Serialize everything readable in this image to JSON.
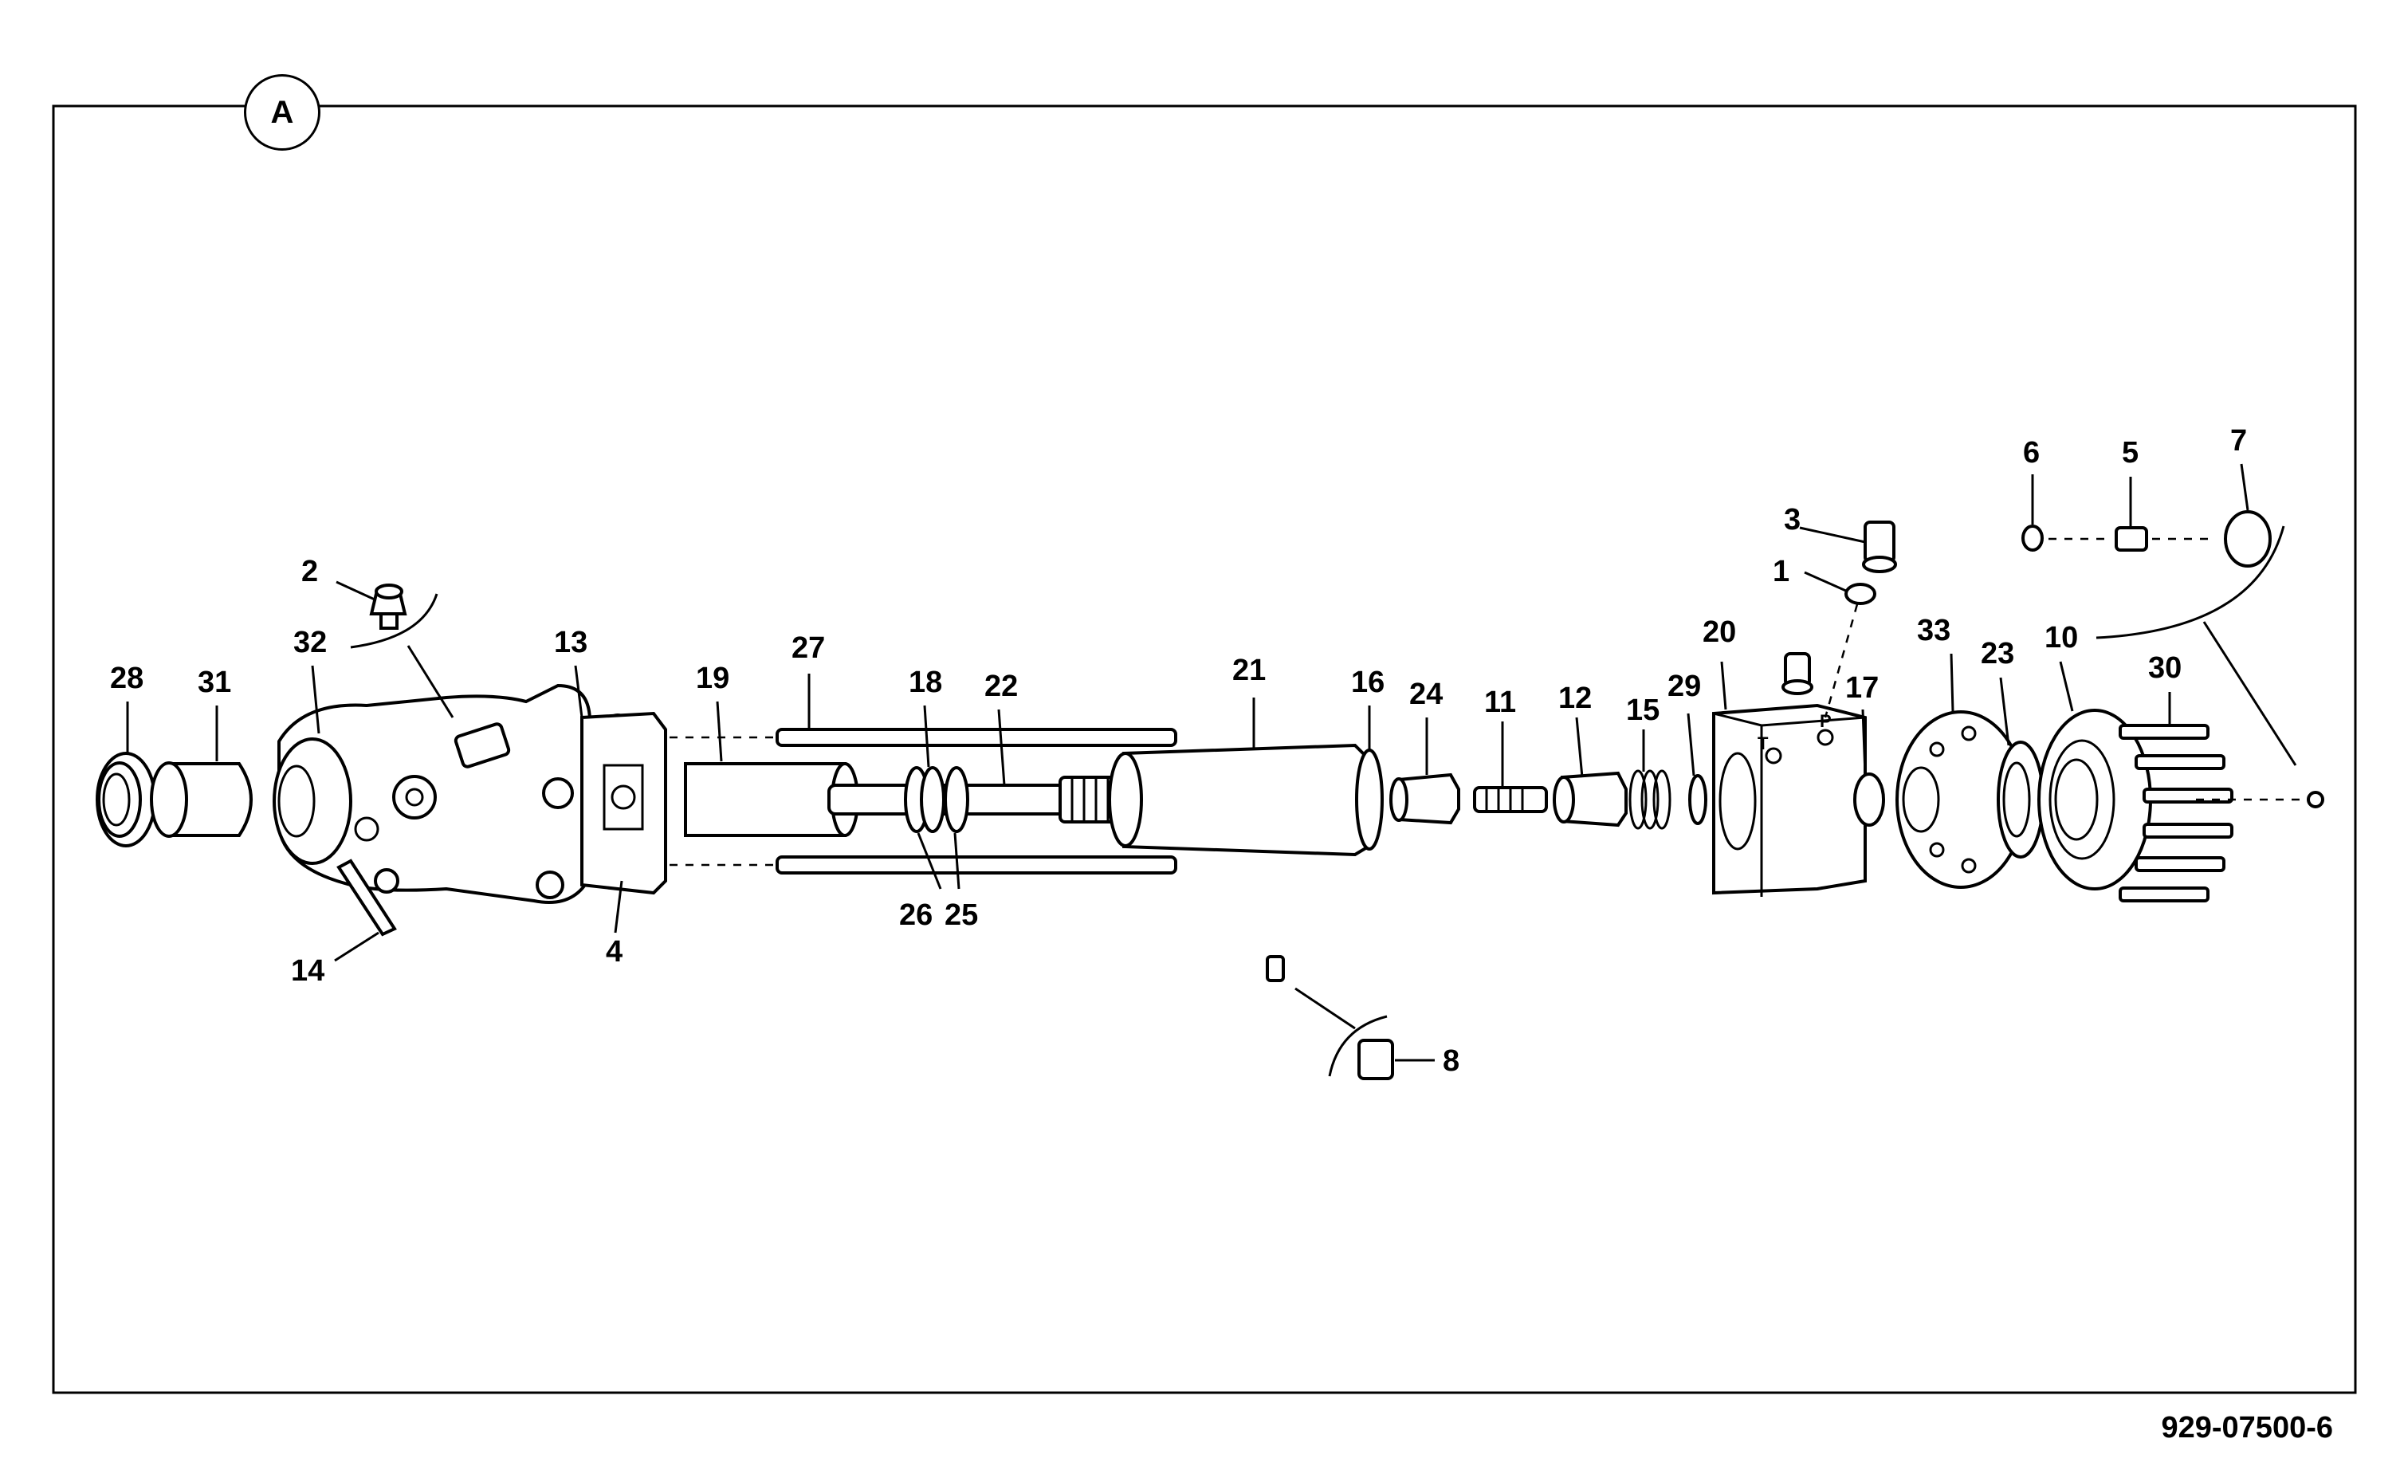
{
  "view_label": "A",
  "drawing_code": "929-07500-6",
  "callouts": [
    "1",
    "2",
    "3",
    "4",
    "5",
    "6",
    "7",
    "8",
    "10",
    "11",
    "12",
    "13",
    "14",
    "15",
    "16",
    "17",
    "18",
    "19",
    "20",
    "21",
    "22",
    "23",
    "24",
    "25",
    "26",
    "27",
    "28",
    "29",
    "30",
    "31",
    "32",
    "33"
  ],
  "block_markings": [
    "T",
    "P"
  ]
}
